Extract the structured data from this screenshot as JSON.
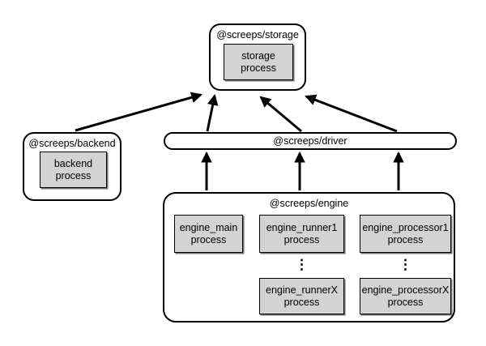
{
  "colors": {
    "background": "#ffffff",
    "node_fill": "#ffffff",
    "process_fill": "#d3d3d3",
    "stroke": "#000000"
  },
  "nodes": {
    "storage": {
      "title": "@screeps/storage",
      "process": "storage\nprocess"
    },
    "backend": {
      "title": "@screeps/backend",
      "process": "backend\nprocess"
    },
    "driver": {
      "title": "@screeps/driver"
    },
    "engine": {
      "title": "@screeps/engine",
      "processes": {
        "main": "engine_main\nprocess",
        "runner1": "engine_runner1\nprocess",
        "runnerX": "engine_runnerX\nprocess",
        "processor1": "engine_processor1\nprocess",
        "processorX": "engine_processorX\nprocess"
      },
      "ellipsis": "⋮"
    }
  },
  "edges": [
    {
      "from": "backend",
      "to": "storage"
    },
    {
      "from": "driver",
      "to": "storage"
    },
    {
      "from": "driver",
      "to": "storage"
    },
    {
      "from": "driver",
      "to": "storage"
    },
    {
      "from": "engine",
      "to": "driver"
    },
    {
      "from": "engine",
      "to": "driver"
    },
    {
      "from": "engine",
      "to": "driver"
    }
  ]
}
